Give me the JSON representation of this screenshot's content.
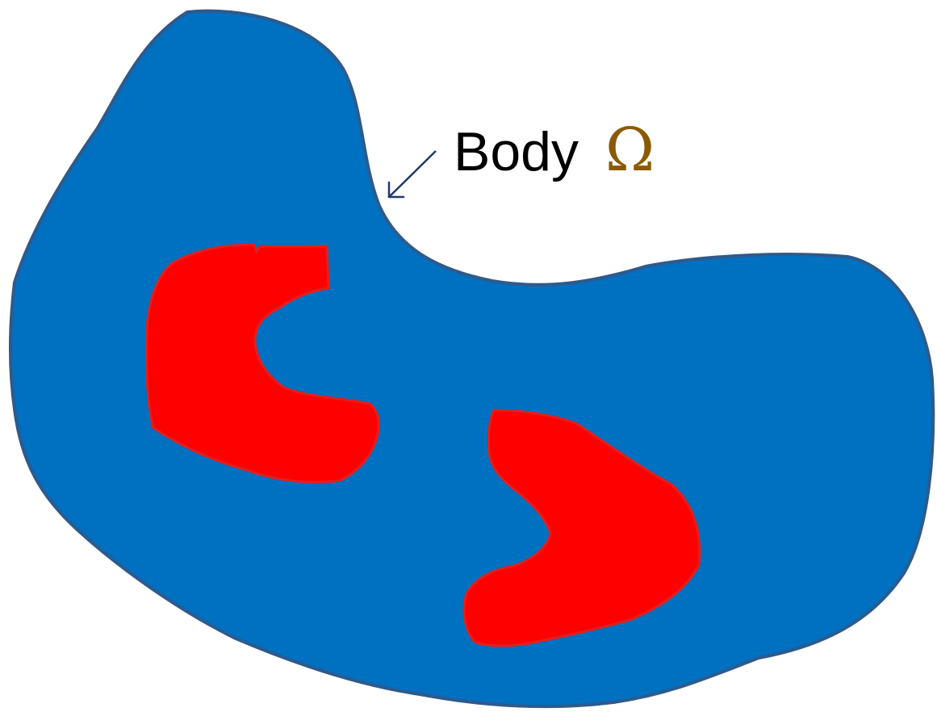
{
  "diagram": {
    "label": {
      "text": "Body",
      "symbol": "Ω"
    },
    "colors": {
      "body_fill": "#0070C0",
      "body_outline": "#2E5A8C",
      "inclusion_fill": "#FF0000",
      "inclusion_outline": "#E02020",
      "arrow": "#1F3A6B",
      "symbol": "#8A5A00",
      "background": "#FFFFFF"
    },
    "shapes": {
      "body": "blue-body-region",
      "inclusions": [
        "red-inclusion-left",
        "red-inclusion-right"
      ]
    }
  }
}
